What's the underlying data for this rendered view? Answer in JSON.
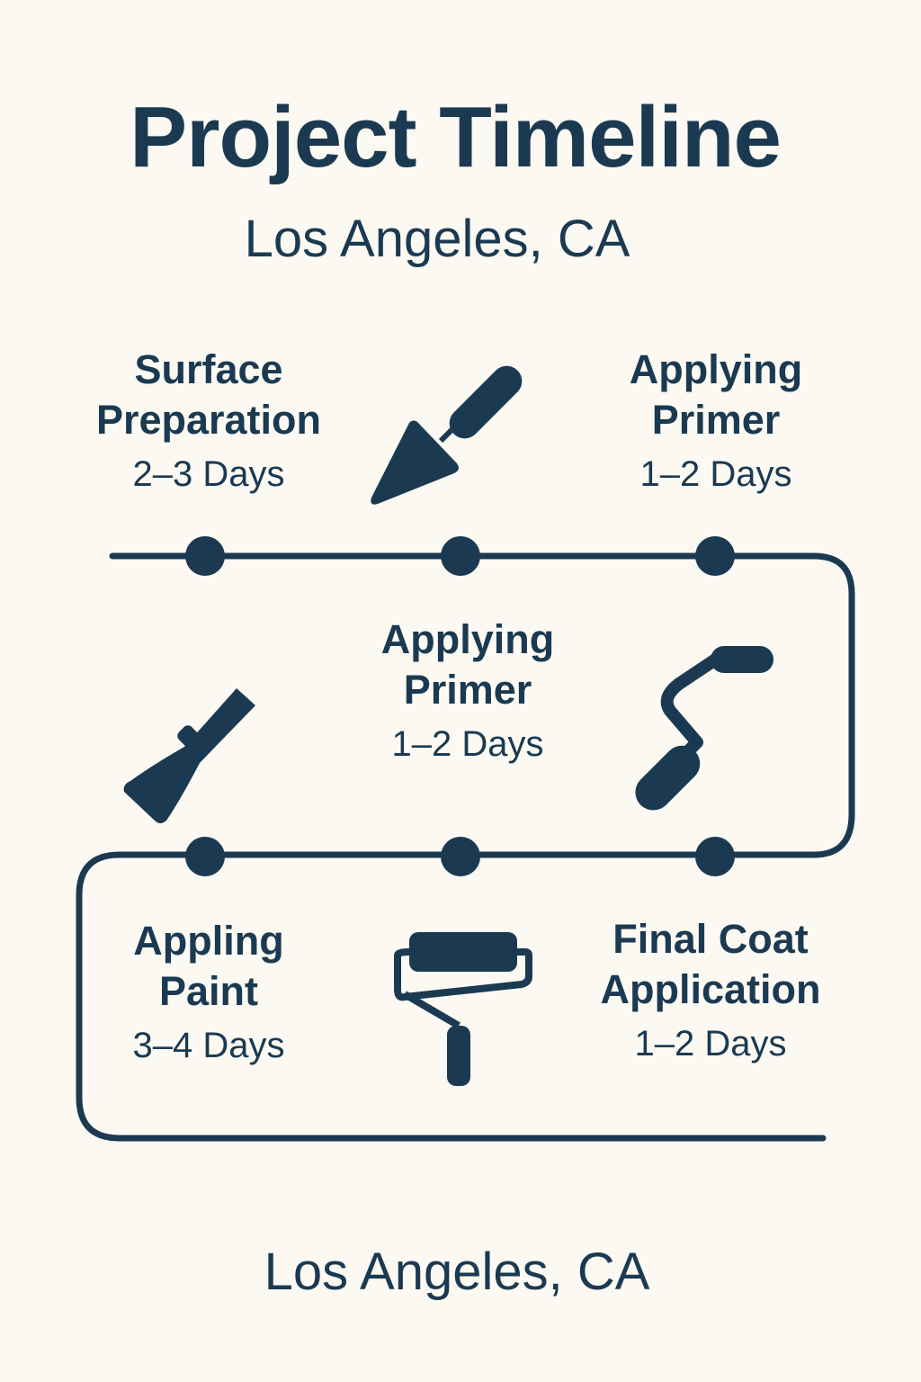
{
  "header": {
    "title": "Project Timeline",
    "subtitle": "Los Angeles, CA"
  },
  "stages": [
    {
      "title_line1": "Surface",
      "title_line2": "Preparation",
      "duration": "2–3 Days",
      "icon": "trowel-icon"
    },
    {
      "title_line1": "Applying",
      "title_line2": "Primer",
      "duration": "1–2 Days",
      "icon": "none"
    },
    {
      "title_line1": "Applying",
      "title_line2": "Primer",
      "duration": "1–2 Days",
      "icon": "angled-roller-icon"
    },
    {
      "title_line1": "Appling",
      "title_line2": "Paint",
      "duration": "3–4 Days",
      "icon": "paint-roller-icon"
    },
    {
      "title_line1": "Final Coat",
      "title_line2": "Application",
      "duration": "1–2 Days",
      "icon": "none"
    }
  ],
  "footer": {
    "location": "Los Angeles, CA"
  },
  "colors": {
    "background": "#fbf9f2",
    "primary": "#1b3a52"
  }
}
